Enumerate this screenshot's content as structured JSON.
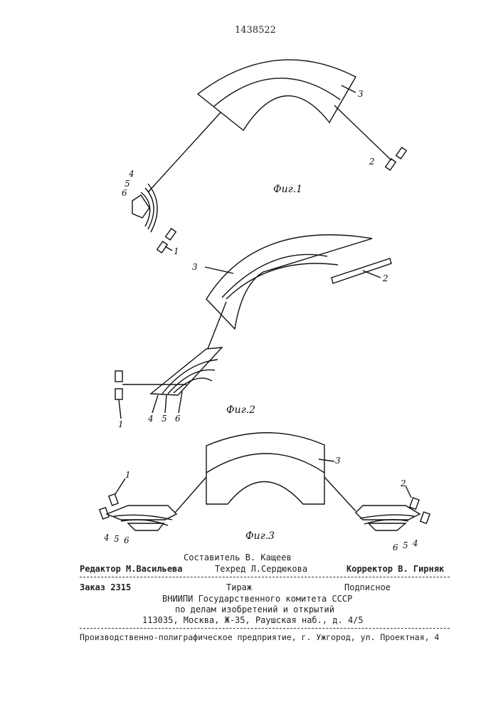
{
  "document_number": "1438522",
  "figures": [
    {
      "caption": "Фиг.1",
      "labels": [
        "1",
        "2",
        "3",
        "4",
        "5",
        "6"
      ]
    },
    {
      "caption": "Фиг.2",
      "labels": [
        "1",
        "2",
        "3",
        "4",
        "5",
        "6"
      ]
    },
    {
      "caption": "Фиг.3",
      "labels": [
        "1",
        "2",
        "3",
        "4",
        "5",
        "6",
        "4",
        "5",
        "6"
      ]
    }
  ],
  "imprint": {
    "compiler": "Составитель  В. Кащеев",
    "editor": "Редактор М.Васильева",
    "techeditor": "Техред Л.Сердюкова",
    "corrector": "Корректор В. Гирняк",
    "order": "Заказ 2315",
    "circulation": "Тираж",
    "subscription": "Подписное",
    "org_line1": "ВНИИПИ Государственного комитета СССР",
    "org_line2": "по делам изобретений и открытий",
    "org_line3": "113035, Москва, Ж-35, Раушская наб., д. 4/5",
    "printer": "Производственно-полиграфическое предприятие, г. Ужгород, ул. Проектная, 4"
  }
}
